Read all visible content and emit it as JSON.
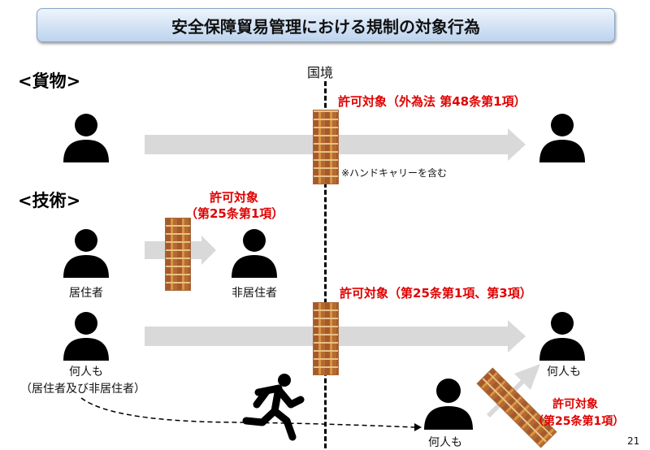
{
  "title": "安全保障貿易管理における規制の対象行為",
  "border_label": "国境",
  "goods": {
    "heading": "<貨物>",
    "permit": "許可対象（外為法 第48条第1項）",
    "note": "※ハンドキャリーを含む"
  },
  "tech": {
    "heading": "<技術>",
    "permit1_line1": "許可対象",
    "permit1_line2": "（第25条第1項）",
    "resident": "居住者",
    "nonresident": "非居住者",
    "permit2": "許可対象（第25条第1項、第3項）",
    "anyone": "何人も",
    "anyone_note": "（居住者及び非居住者）",
    "anyone_right": "何人も",
    "anyone_abroad": "何人も",
    "permit3_line1": "許可対象",
    "permit3_line2": "（第25条第1項）"
  },
  "page_number": "21",
  "colors": {
    "red": "#e00000",
    "arrow": "#d9d9d9"
  }
}
